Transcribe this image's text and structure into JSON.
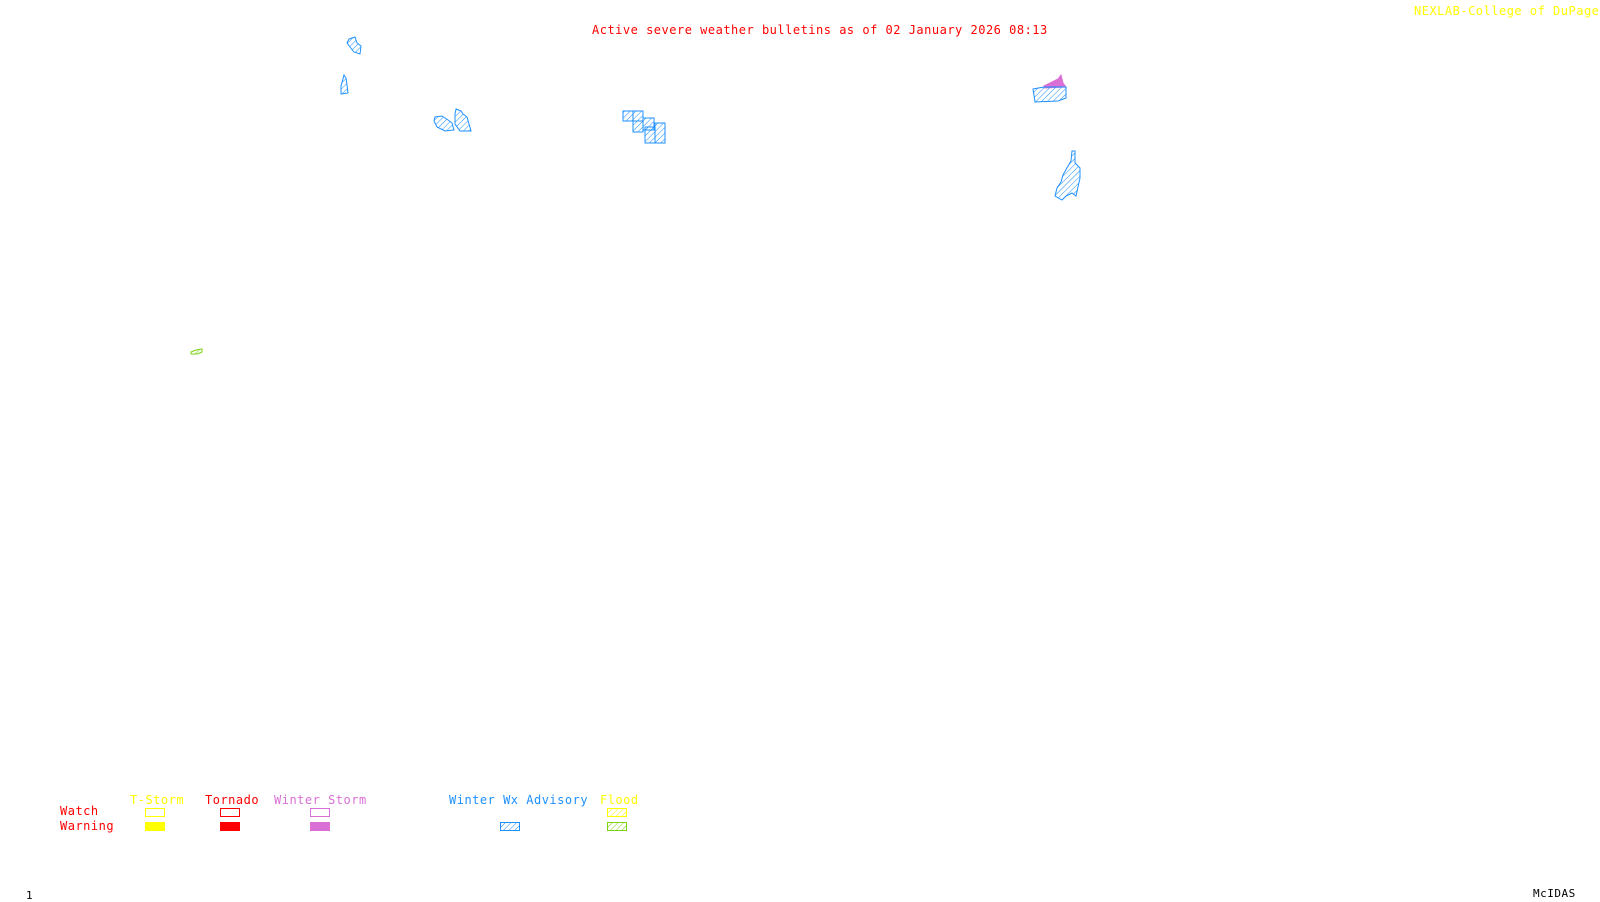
{
  "header": {
    "title": "Active severe weather bulletins as of 02 January 2026 08:13",
    "credit": "NEXLAB-College of DuPage",
    "credit_icon": "corner-arrow-icon"
  },
  "colors": {
    "title": "#ff0000",
    "credit": "#ffff00",
    "tstorm": "#ffff00",
    "tornado": "#ff0000",
    "winter_storm": "#da70d6",
    "winter_wx_advisory": "#1e90ff",
    "flood_watch": "#ffff00",
    "flood_warning": "#7cd312"
  },
  "legend": {
    "row_labels": {
      "watch": "Watch",
      "warning": "Warning"
    },
    "categories": [
      {
        "key": "tstorm",
        "label": "T-Storm",
        "watch_style": "outline",
        "warning_style": "solid"
      },
      {
        "key": "tornado",
        "label": "Tornado",
        "watch_style": "outline",
        "warning_style": "solid"
      },
      {
        "key": "winter_storm",
        "label": "Winter Storm",
        "watch_style": "outline",
        "warning_style": "solid"
      },
      {
        "key": "winter_wx_advisory",
        "label": "Winter Wx Advisory",
        "watch_style": "none",
        "warning_style": "hatched"
      },
      {
        "key": "flood",
        "label": "Flood",
        "watch_style": "hatched",
        "warning_style": "hatched"
      }
    ]
  },
  "bulletins": [
    {
      "type": "winter_wx_advisory",
      "region": "northwest-1"
    },
    {
      "type": "winter_wx_advisory",
      "region": "northwest-2"
    },
    {
      "type": "winter_wx_advisory",
      "region": "north-central-1"
    },
    {
      "type": "winter_wx_advisory",
      "region": "north-central-2"
    },
    {
      "type": "winter_wx_advisory",
      "region": "northeast-1"
    },
    {
      "type": "winter_storm_warning",
      "region": "northeast-1"
    },
    {
      "type": "winter_wx_advisory",
      "region": "northeast-2"
    },
    {
      "type": "flood_warning",
      "region": "west"
    }
  ],
  "footer": {
    "frame_number": "1",
    "software": "McIDAS"
  }
}
